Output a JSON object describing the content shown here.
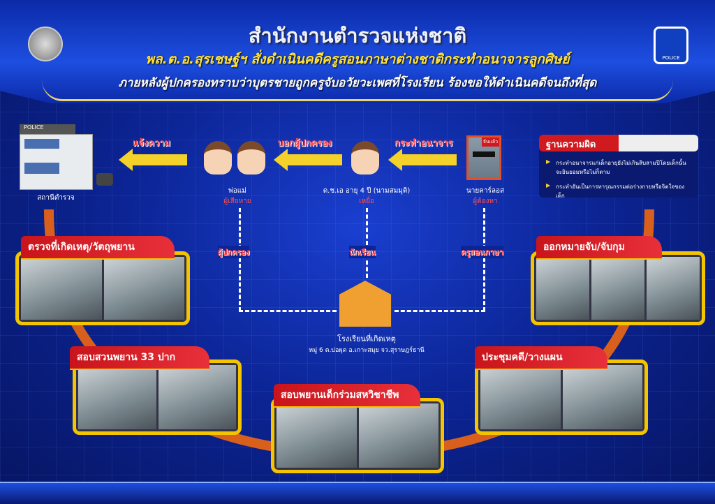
{
  "header": {
    "title": "สำนักงานตำรวจแห่งชาติ",
    "subtitle": "พล.ต.อ.สุรเชษฐ์ฯ สั่งดำเนินคดีครูสอนภาษาต่างชาติกระทำอนาจารลูกศิษย์",
    "tagline": "ภายหลังผู้ปกครองทราบว่าบุตรชายถูกครูจับอวัยวะเพศที่โรงเรียน ร้องขอให้ดำเนินคดีจนถึงที่สุด",
    "logo_text": "POLICE"
  },
  "flow": {
    "station": {
      "sign": "POLICE",
      "label": "สถานีตำรวจ"
    },
    "arrow1": "แจ้งความ",
    "arrow2": "บอกผู้ปกครอง",
    "arrow3": "กระทำอนาจาร",
    "parents": {
      "name": "พ่อแม่",
      "role": "ผู้เสียหาย"
    },
    "victim": {
      "name": "ด.ช.เอ อายุ 4 ปี (นามสมมุติ)",
      "role": "เหยื่อ"
    },
    "suspect": {
      "name": "นายคาร์ลอส",
      "role": "ผู้ต้องหา",
      "badge": "จับแล้ว"
    },
    "links": [
      "ผู้ปกครอง",
      "นักเรียน",
      "ครูสอนภาษา"
    ],
    "school": {
      "name": "โรงเรียนที่เกิดเหตุ",
      "address": "หมู่ 6 ต.บ่อผุด อ.เกาะสมุย จว.สุราษฎร์ธานี"
    }
  },
  "charges": {
    "title": "ฐานความผิด",
    "items": [
      "กระทำอนาจารแก่เด็กอายุยังไม่เกินสิบสามปีโดยเด็กนั้นจะยินยอมหรือไม่ก็ตาม",
      "กระทำอันเป็นการทารุณกรรมต่อร่างกายหรือจิตใจของเด็ก"
    ]
  },
  "panels": [
    "ตรวจที่เกิดเหตุ/วัตถุพยาน",
    "ออกหมายจับ/จับกุม",
    "สอบสวนพยาน 33 ปาก",
    "สอบพยานเด็กร่วมสหวิชาชีพ",
    "ประชุมคดี/วางแผน"
  ]
}
